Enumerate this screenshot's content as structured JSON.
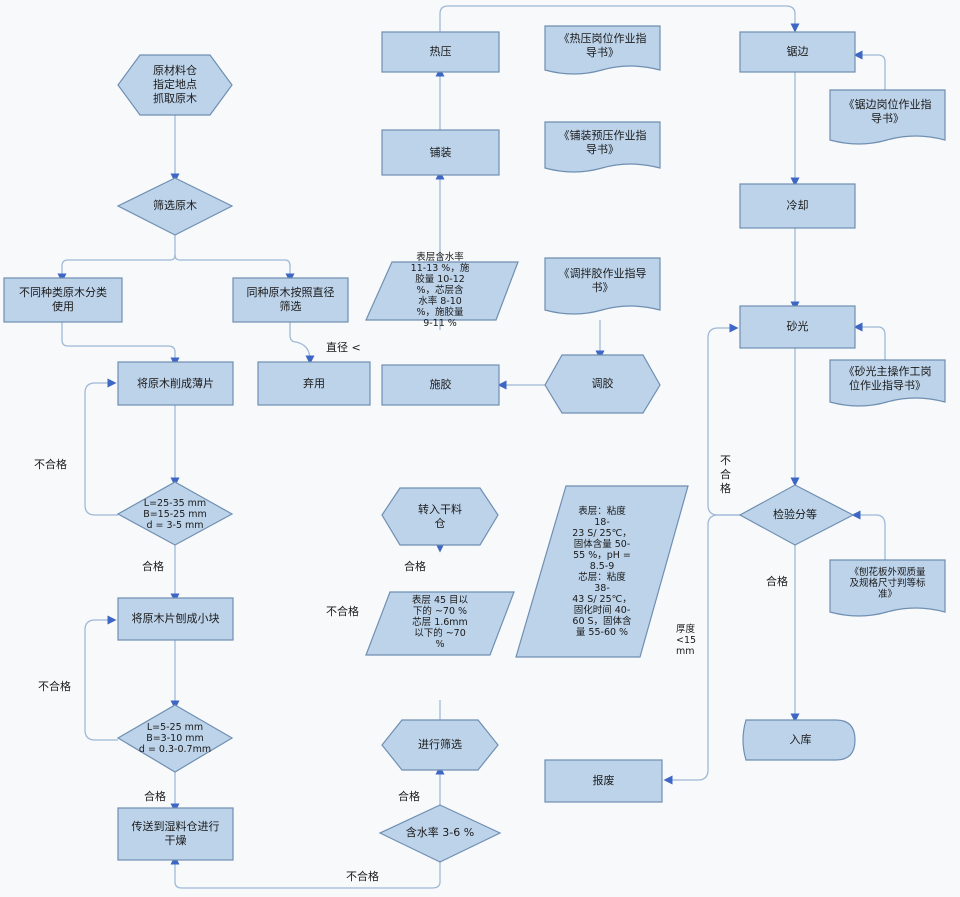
{
  "colors": {
    "fill": "#bdd3ea",
    "stroke": "#6f8fb2",
    "line": "#9fb9d6",
    "arrow": "#3e66c4"
  },
  "nodes": {
    "raw_hex": "原材料仓\n指定地点\n抓取原木",
    "screen": "筛选原木",
    "classify": "不同种类原木分类\n使用",
    "diameter": "同种原木按照直径\n筛选",
    "discard": "弃用",
    "slice": "将原木削成薄片",
    "spec1": "L=25-35 mm\nB=15-25 mm\nd = 3-5 mm",
    "chip": "将原木片刨成小块",
    "spec2": "L=5-25 mm\nB=3-10 mm\nd = 0.3-0.7mm",
    "wetdry": "传送到湿料仓进行\n干燥",
    "hotpress": "热压",
    "hotpress_doc": "《热压岗位作业指\n导书》",
    "paving": "铺装",
    "paving_doc": "《铺装预压作业指\n导书》",
    "moisture_spec": "表层含水率\n11-13 %，施\n胶量 10-12\n%，芯层含\n水率 8-10\n%，施胶量\n9-11 %",
    "mixglue_doc": "《调拌胶作业指导\n书》",
    "glue": "施胶",
    "mixglue": "调胶",
    "glue_spec": "表层：粘度\n18-\n23 S/ 25℃，\n固体含量 50-\n55 %，pH =\n8.5-9\n芯层：粘度\n38-\n43 S/ 25℃，\n固化时间 40-\n60 S，固体含\n量 55-60 %",
    "drybin": "转入干料\n仓",
    "sieve_spec": "表层 45 目以\n下的 ~70 %\n芯层 1.6mm\n以下的 ~70\n%",
    "sieve": "进行筛选",
    "moisture": "含水率 3-6 %",
    "edge": "锯边",
    "edge_doc": "《锯边岗位作业指\n导书》",
    "cool": "冷却",
    "sand": "砂光",
    "sand_doc": "《砂光主操作工岗\n位作业指导书》",
    "inspect": "检验分等",
    "inspect_doc": "《刨花板外观质量\n及规格尺寸判等标\n准》",
    "scrap": "报废",
    "store": "入库"
  },
  "labels": {
    "diameter_lt": "直径 <",
    "fail1": "不合格",
    "pass1": "合格",
    "fail2": "不合格",
    "pass2": "合格",
    "fail3": "不合格",
    "pass3": "合格",
    "fail4": "不合格",
    "pass4": "合格",
    "fail_inspect": "不\n合\n格",
    "pass_inspect": "合格",
    "thickness": "厚度\n<15\nmm"
  }
}
